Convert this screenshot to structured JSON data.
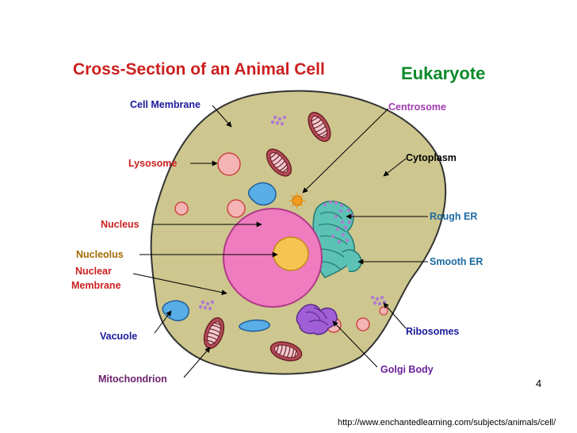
{
  "title": "Cross-Section of an Animal Cell",
  "subtitle": "Eukaryote",
  "page_number": "4",
  "source_url": "http://www.enchantedlearning.com/subjects/animals/cell/",
  "colors": {
    "title": "#cc1f1f",
    "subtitle": "#0d8a2a",
    "cytoplasm": "#cdc68e",
    "nucleus": "#f07cc0",
    "nucleolus": "#f6c453",
    "vacuole": "#5aaee8",
    "lysosome": "#f5b4b4",
    "mitochondrion": "#b54a56",
    "er": "#5cc2b5",
    "golgi": "#a05fd6",
    "ribosome": "#b17ad2",
    "centrosome": "#f29a1c"
  },
  "labels": {
    "cell_membrane": "Cell Membrane",
    "lysosome": "Lysosome",
    "nucleus": "Nucleus",
    "nucleolus": "Nucleolus",
    "nuclear_membrane_1": "Nuclear",
    "nuclear_membrane_2": "Membrane",
    "vacuole": "Vacuole",
    "mitochondrion": "Mitochondrion",
    "centrosome": "Centrosome",
    "cytoplasm": "Cytoplasm",
    "rough_er": "Rough ER",
    "smooth_er": "Smooth ER",
    "ribosomes": "Ribosomes",
    "golgi_body": "Golgi Body"
  }
}
